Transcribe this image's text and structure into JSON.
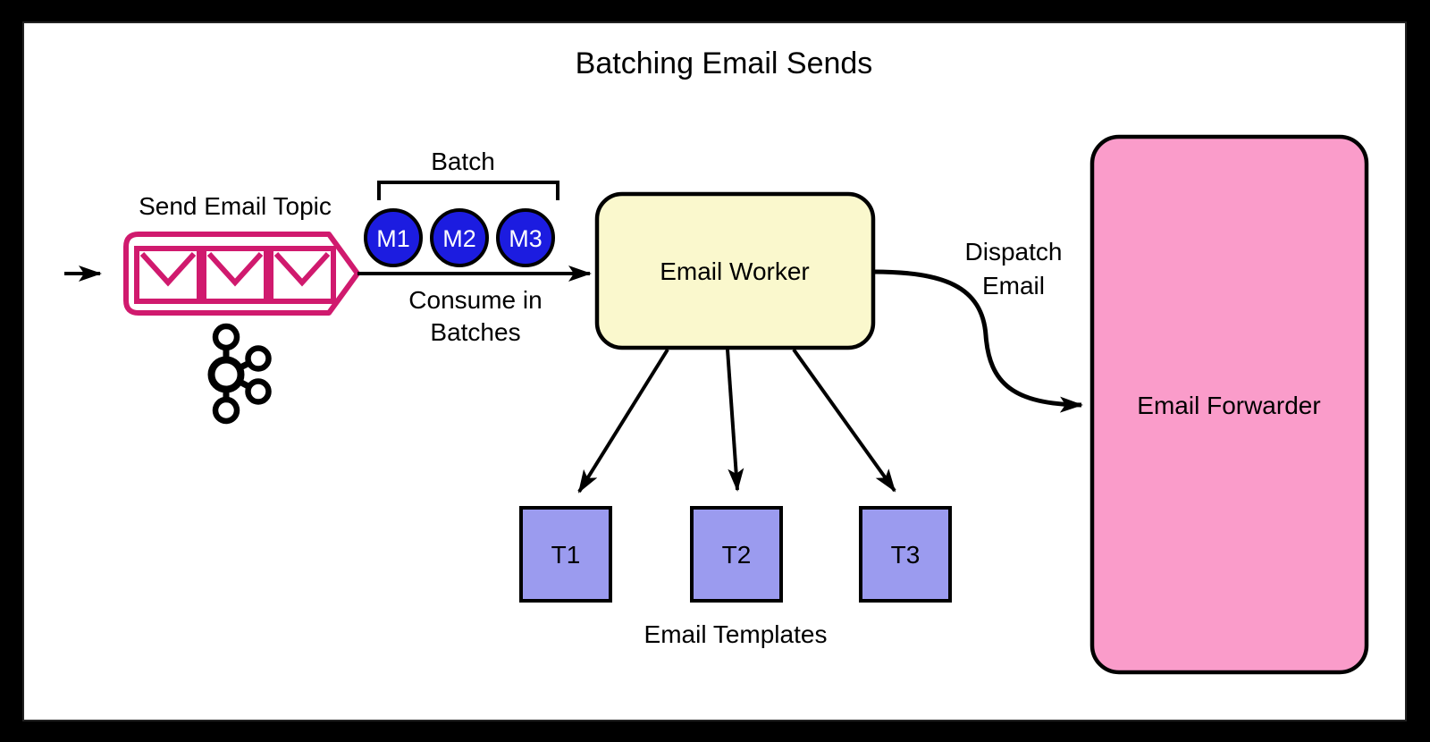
{
  "title": "Batching Email Sends",
  "colors": {
    "frame": "#000000",
    "canvas": "#ffffff",
    "ink": "#000000",
    "topic_magenta": "#d01a6e",
    "message_blue": "#1c1ce0",
    "worker_yellow": "#faf8cd",
    "forwarder_pink": "#fa9cca",
    "template_purple": "#9b9bef"
  },
  "topic": {
    "label": "Send Email Topic",
    "icon": "kafka-icon",
    "message_icon": "envelope-icon",
    "envelope_count": 3
  },
  "batch": {
    "label": "Batch",
    "messages": [
      "M1",
      "M2",
      "M3"
    ]
  },
  "consume": {
    "line1": "Consume in",
    "line2": "Batches"
  },
  "worker": {
    "label": "Email Worker"
  },
  "dispatch": {
    "line1": "Dispatch",
    "line2": "Email"
  },
  "forwarder": {
    "label": "Email Forwarder"
  },
  "templates": {
    "caption": "Email Templates",
    "items": [
      "T1",
      "T2",
      "T3"
    ]
  }
}
